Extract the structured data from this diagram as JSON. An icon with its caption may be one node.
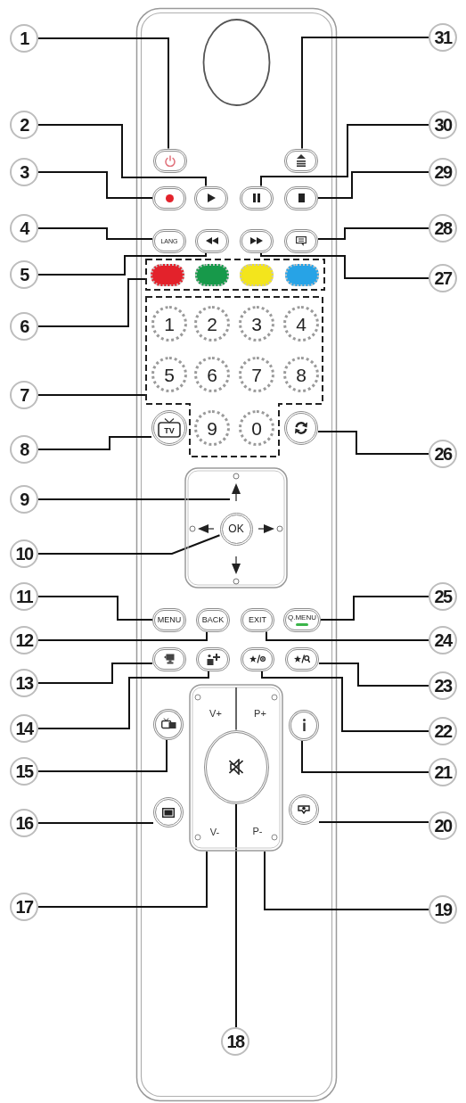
{
  "diagram": {
    "nodes": [
      {
        "text": [
          "1"
        ]
      },
      {
        "text": [
          "2"
        ]
      },
      {
        "text": [
          "3"
        ]
      },
      {
        "text": [
          "4"
        ]
      },
      {
        "text": [
          "5"
        ]
      },
      {
        "text": [
          "6"
        ]
      },
      {
        "text": [
          "7"
        ]
      },
      {
        "text": [
          "8"
        ]
      },
      {
        "text": [
          "9"
        ]
      },
      {
        "text": [
          "10"
        ]
      },
      {
        "text": [
          "11"
        ]
      },
      {
        "text": [
          "12"
        ]
      },
      {
        "text": [
          "13"
        ]
      },
      {
        "text": [
          "14"
        ]
      },
      {
        "text": [
          "15"
        ]
      },
      {
        "text": [
          "16"
        ]
      },
      {
        "text": [
          "17"
        ]
      },
      {
        "text": [
          "18"
        ]
      },
      {
        "text": [
          "19"
        ]
      },
      {
        "text": [
          "20"
        ]
      },
      {
        "text": [
          "21"
        ]
      },
      {
        "text": [
          "22"
        ]
      },
      {
        "text": [
          "23"
        ]
      },
      {
        "text": [
          "24"
        ]
      },
      {
        "text": [
          "25"
        ]
      },
      {
        "text": [
          "26"
        ]
      },
      {
        "text": [
          "27"
        ]
      },
      {
        "text": [
          "28"
        ]
      },
      {
        "text": [
          "29"
        ]
      },
      {
        "text": [
          "30"
        ]
      },
      {
        "text": [
          "31"
        ]
      },
      {
        "text": [],
        "shape": "box"
      },
      {
        "text": [],
        "shape": "box"
      },
      {
        "text": [],
        "shape": "box"
      },
      {
        "text": [],
        "shape": "box"
      },
      {
        "text": [],
        "shape": "box"
      },
      {
        "text": [],
        "shape": "box"
      },
      {
        "text": [
          "LANG"
        ]
      },
      {
        "text": [],
        "shape": "box"
      },
      {
        "text": [],
        "shape": "box"
      },
      {
        "text": [],
        "shape": "box"
      },
      {
        "text": [],
        "shape": "box"
      },
      {
        "text": [],
        "shape": "box",
        "in": 41
      },
      {
        "text": [],
        "shape": "box",
        "in": 41
      },
      {
        "text": [],
        "shape": "box",
        "in": 41
      },
      {
        "text": [],
        "shape": "box",
        "in": 41
      },
      {
        "text": [],
        "shape": "box"
      },
      {
        "text": [
          "1"
        ],
        "in": 46
      },
      {
        "text": [
          "2"
        ],
        "in": 46
      },
      {
        "text": [
          "3"
        ],
        "in": 46
      },
      {
        "text": [
          "4"
        ],
        "in": 46
      },
      {
        "text": [
          "5"
        ],
        "in": 46
      },
      {
        "text": [
          "6"
        ],
        "in": 46
      },
      {
        "text": [
          "7"
        ],
        "in": 46
      },
      {
        "text": [
          "8"
        ],
        "in": 46
      },
      {
        "text": [
          "TV"
        ]
      },
      {
        "text": [
          "9"
        ],
        "in": 46
      },
      {
        "text": [
          "0"
        ],
        "in": 46
      },
      {
        "text": [],
        "shape": "circle"
      },
      {
        "text": [],
        "shape": "box"
      },
      {
        "text": [],
        "shape": "triangle",
        "in": 59
      },
      {
        "text": [
          "OK"
        ],
        "in": 59
      },
      {
        "text": [
          "MENU"
        ]
      },
      {
        "text": [
          "BACK"
        ]
      },
      {
        "text": [
          "EXIT"
        ]
      },
      {
        "text": [
          "Q.MENU"
        ]
      },
      {
        "text": [],
        "shape": "box"
      },
      {
        "text": [],
        "shape": "box"
      },
      {
        "text": [],
        "shape": "box"
      },
      {
        "text": [],
        "shape": "box"
      },
      {
        "text": [],
        "shape": "circle"
      },
      {
        "text": [],
        "shape": "circle"
      },
      {
        "text": [],
        "shape": "box"
      },
      {
        "text": [
          "V+",
          "V-"
        ],
        "in": 72
      },
      {
        "text": [
          "P+",
          "P-"
        ],
        "in": 72
      },
      {
        "text": [],
        "shape": "circle",
        "in": 72
      },
      {
        "text": [],
        "shape": "circle"
      },
      {
        "text": [],
        "shape": "circle"
      }
    ],
    "edges": [
      {
        "from": 0,
        "to": 31,
        "arrow": "none"
      },
      {
        "from": 1,
        "to": 34,
        "arrow": "none"
      },
      {
        "from": 2,
        "to": 33,
        "arrow": "none"
      },
      {
        "from": 3,
        "to": 37,
        "arrow": "none"
      },
      {
        "from": 4,
        "to": 38,
        "arrow": "none"
      },
      {
        "from": 5,
        "to": 41,
        "arrow": "none"
      },
      {
        "from": 6,
        "to": 46,
        "arrow": "none"
      },
      {
        "from": 7,
        "to": 55,
        "arrow": "none"
      },
      {
        "from": 8,
        "to": 60,
        "arrow": "none"
      },
      {
        "from": 9,
        "to": 61,
        "arrow": "none"
      },
      {
        "from": 10,
        "to": 62,
        "arrow": "none"
      },
      {
        "from": 11,
        "to": 63,
        "arrow": "none"
      },
      {
        "from": 12,
        "to": 66,
        "arrow": "none"
      },
      {
        "from": 13,
        "to": 67,
        "arrow": "none"
      },
      {
        "from": 14,
        "to": 70,
        "arrow": "none"
      },
      {
        "from": 15,
        "to": 76,
        "arrow": "none"
      },
      {
        "from": 16,
        "to": 73,
        "arrow": "none"
      },
      {
        "from": 17,
        "to": 75,
        "arrow": "none"
      },
      {
        "from": 18,
        "to": 74,
        "arrow": "none"
      },
      {
        "from": 19,
        "to": 77,
        "arrow": "none"
      },
      {
        "from": 20,
        "to": 71,
        "arrow": "none"
      },
      {
        "from": 21,
        "to": 68,
        "arrow": "none"
      },
      {
        "from": 22,
        "to": 69,
        "arrow": "none"
      },
      {
        "from": 23,
        "to": 64,
        "arrow": "none"
      },
      {
        "from": 24,
        "to": 65,
        "arrow": "none"
      },
      {
        "from": 25,
        "to": 58,
        "arrow": "none"
      },
      {
        "from": 26,
        "to": 39,
        "arrow": "none"
      },
      {
        "from": 27,
        "to": 40,
        "arrow": "none"
      },
      {
        "from": 28,
        "to": 36,
        "arrow": "none"
      },
      {
        "from": 29,
        "to": 35,
        "arrow": "none"
      },
      {
        "from": 30,
        "to": 32,
        "arrow": "none"
      }
    ]
  }
}
